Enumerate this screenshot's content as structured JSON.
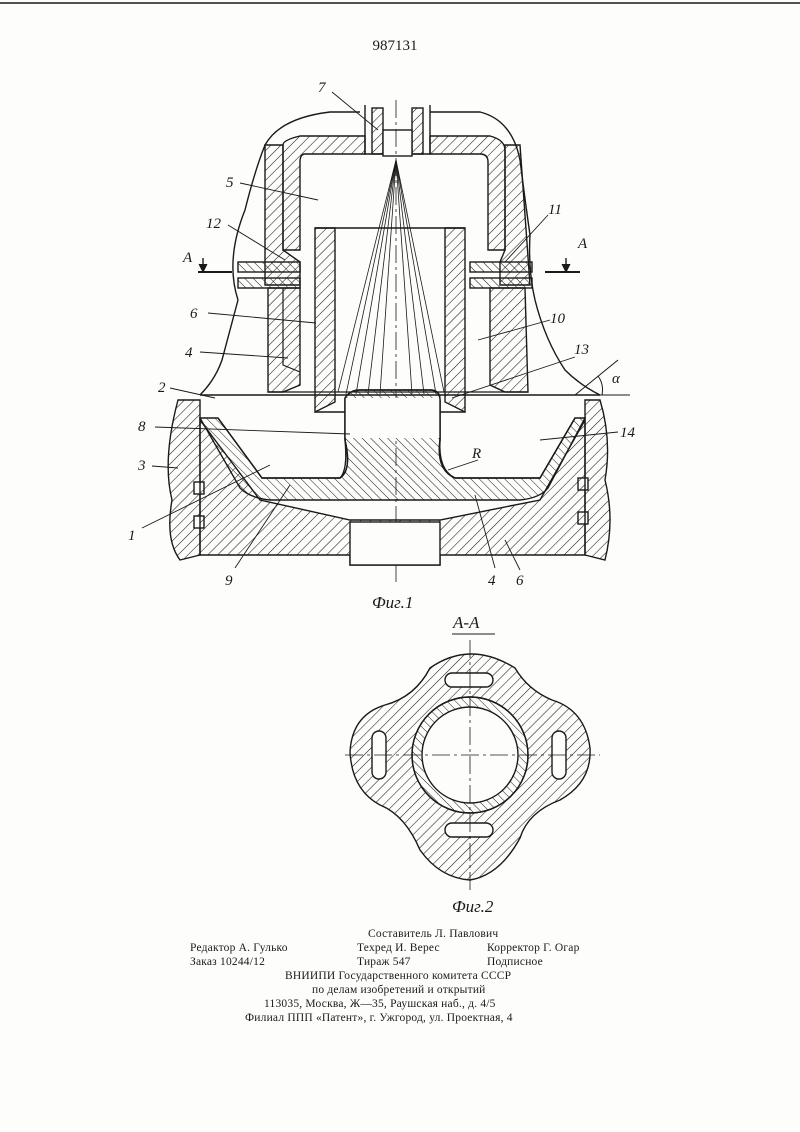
{
  "patent_number": "987131",
  "figure_labels": {
    "fig1": "Фиг.1",
    "fig2": "Фиг.2",
    "section": "А-А"
  },
  "section_marks": {
    "left": "А",
    "right": "А"
  },
  "angle_label": "α",
  "radius_label": "R",
  "callouts": {
    "c1": "1",
    "c2": "2",
    "c3": "3",
    "c4a": "4",
    "c4b": "4",
    "c5": "5",
    "c6a": "6",
    "c6b": "6",
    "c7": "7",
    "c8": "8",
    "c9": "9",
    "c10": "10",
    "c11": "11",
    "c12": "12",
    "c13": "13",
    "c14": "14"
  },
  "imprint": {
    "compiler": "Составитель Л. Павлович",
    "editor": "Редактор А. Гулько",
    "techred": "Техред И. Верес",
    "corrector": "Корректор Г. Огар",
    "order": "Заказ 10244/12",
    "print_run": "Тираж 547",
    "subscription": "Подписное",
    "org_line1": "ВНИИПИ Государственного комитета СССР",
    "org_line2": "по делам изобретений и открытий",
    "org_line3": "113035, Москва, Ж—35, Раушская наб., д. 4/5",
    "branch": "Филиал ППП «Патент», г. Ужгород, ул. Проектная, 4"
  }
}
